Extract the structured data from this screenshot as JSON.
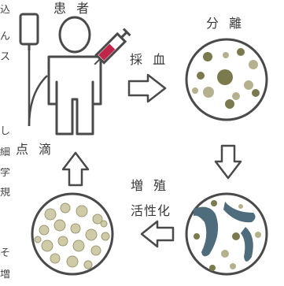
{
  "labels": {
    "patient": "患 者",
    "separation": "分 離",
    "blood_draw": "採 血",
    "infusion": "点 滴",
    "proliferation": "増 殖",
    "activation": "活性化"
  },
  "edge_text": [
    "込",
    "ん",
    "ス",
    "し",
    "細",
    "学",
    "規",
    "そ",
    "増"
  ],
  "colors": {
    "outline": "#4a4a4a",
    "olive_dark": "#7b7a4e",
    "olive_light": "#b5b18f",
    "blood": "#c0254a",
    "cell_blue": "#4f6c7c"
  }
}
